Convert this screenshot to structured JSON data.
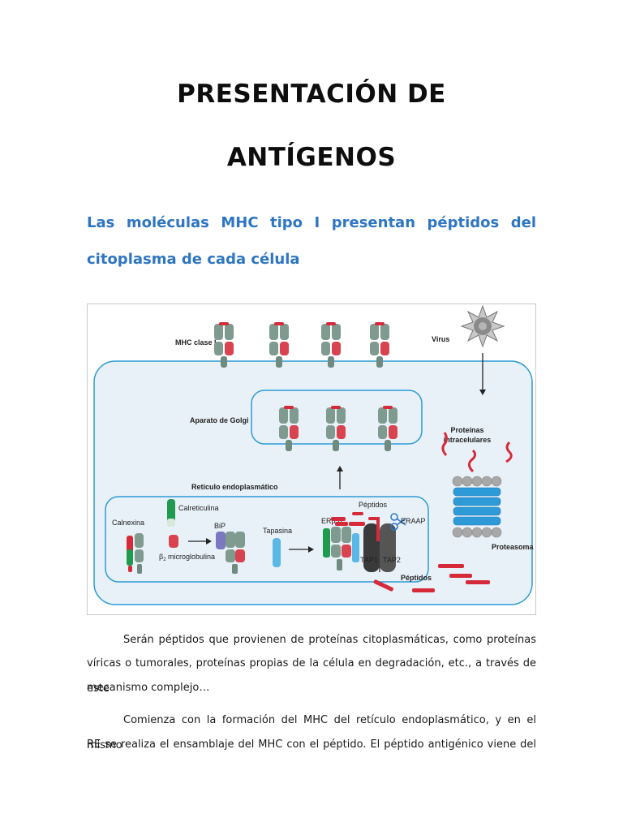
{
  "heading": {
    "line1": "PRESENTACIÓN DE",
    "line2": "ANTÍGENOS"
  },
  "subtitle": {
    "line1": "Las moléculas MHC tipo I presentan péptidos del",
    "line2": "citoplasma de cada célula"
  },
  "diagram": {
    "labels": {
      "mhc_clase_i": "MHC clase I",
      "virus": "Virus",
      "aparato_golgi": "Aparato de Golgi",
      "proteinas_line1": "Proteínas",
      "proteinas_line2": "intracelulares",
      "reticulo": "Retículo endoplasmático",
      "calnexina": "Calnexina",
      "calreticulina": "Calreticulina",
      "bip": "BiP",
      "tapasina": "Tapasina",
      "erp57": "ERp57",
      "peptidos_top": "Péptidos",
      "eraap": "ERAAP",
      "b2_symbol": "β",
      "b2_sub": "2",
      "b2_rest": " microglobulina",
      "tap1": "TAP1",
      "tap2": "TAP2",
      "proteasoma": "Proteasoma",
      "peptidos_bottom": "Péptidos"
    },
    "colors": {
      "cell_fill": "#e8f1f8",
      "membrane": "#2e9bd6",
      "mhc_gray": "#7f9a8f",
      "mhc_red": "#d9424f",
      "peptide_red": "#d62a3a",
      "calreticulin_green": "#1f9a4e",
      "bip_purple": "#7a78c0",
      "tapasin_blue": "#5ab7e6",
      "proteasome_blue": "#2f9ad8",
      "proteasome_gray": "#a8a8a8",
      "tap_dark": "#3a3a3a"
    }
  },
  "body": {
    "para1_line1": "Serán péptidos que provienen de proteínas citoplasmáticas, como proteínas",
    "para1_line2": "víricas o tumorales, proteínas propias de la célula en degradación, etc., a través de este",
    "para1_line3": "mecanismo complejo…",
    "para2_line1": "Comienza con la formación del MHC del retículo endoplasmático, y en el mismo",
    "para2_line2": "RE se realiza el ensamblaje del MHC con el péptido. El péptido antigénico viene del"
  }
}
